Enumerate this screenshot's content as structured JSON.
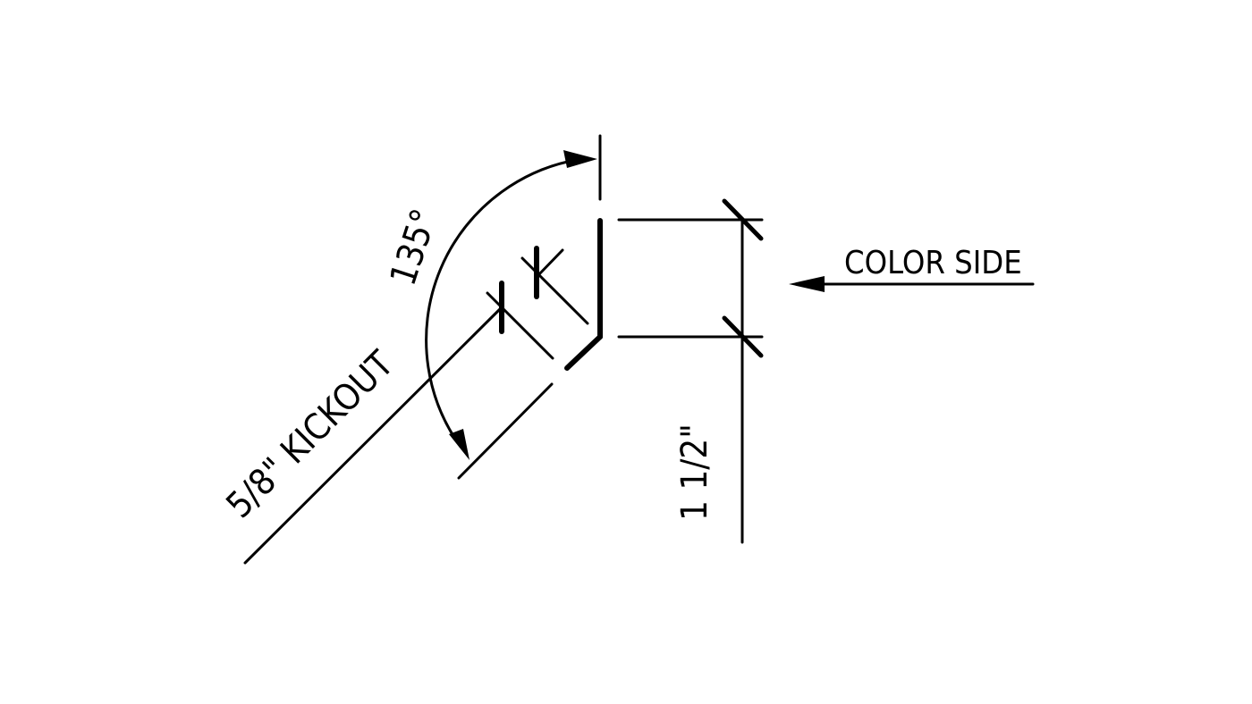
{
  "diagram": {
    "type": "technical-drawing",
    "subject": "trim profile section",
    "labels": {
      "angle": "135°",
      "kickout": "5/8\" KICKOUT",
      "height": "1 1/2\"",
      "color_side": "COLOR SIDE"
    },
    "dimensions": {
      "angle_deg": 135,
      "kickout_in": "5/8",
      "leg_height_in": "1 1/2"
    },
    "colors": {
      "background": "#ffffff",
      "line": "#000000"
    }
  }
}
